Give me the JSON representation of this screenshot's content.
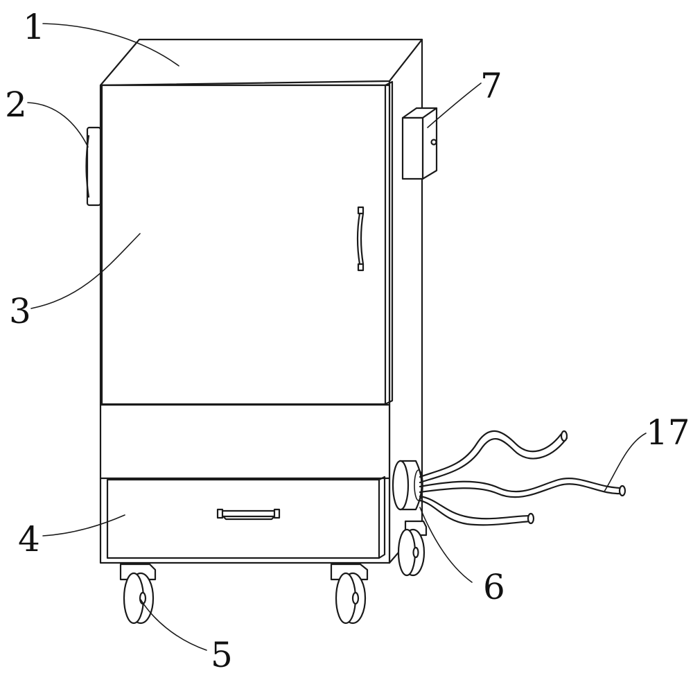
{
  "figure": {
    "parts": [
      {
        "id": "p1",
        "label": "1"
      },
      {
        "id": "p2",
        "label": "2"
      },
      {
        "id": "p3",
        "label": "3"
      },
      {
        "id": "p4",
        "label": "4"
      },
      {
        "id": "p5",
        "label": "5"
      },
      {
        "id": "p6",
        "label": "6"
      },
      {
        "id": "p7",
        "label": "7"
      },
      {
        "id": "p17",
        "label": "17"
      }
    ]
  }
}
